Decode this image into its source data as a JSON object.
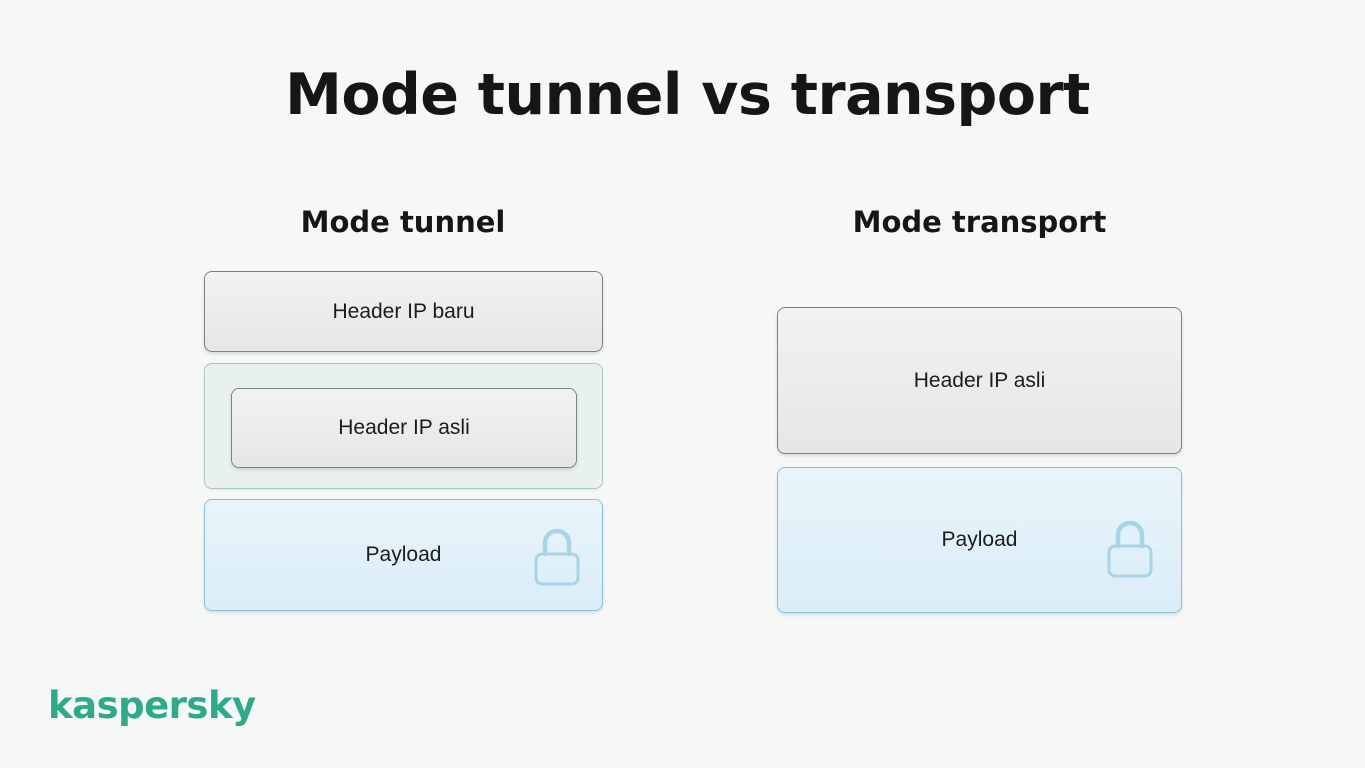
{
  "title": "Mode tunnel vs transport",
  "tunnel": {
    "heading": "Mode tunnel",
    "new_header": "Header IP baru",
    "orig_header": "Header IP asli",
    "payload": "Payload",
    "payload_icon": "lock-icon"
  },
  "transport": {
    "heading": "Mode transport",
    "orig_header": "Header IP asli",
    "payload": "Payload",
    "payload_icon": "lock-icon"
  },
  "brand": "kaspersky",
  "colors": {
    "brand": "#2eaa8a",
    "header_fill": "#e9eaeb",
    "encapsulated_fill": "#e8f1ee",
    "payload_fill": "#e0f0f9",
    "lock": "#a9d3e6"
  }
}
